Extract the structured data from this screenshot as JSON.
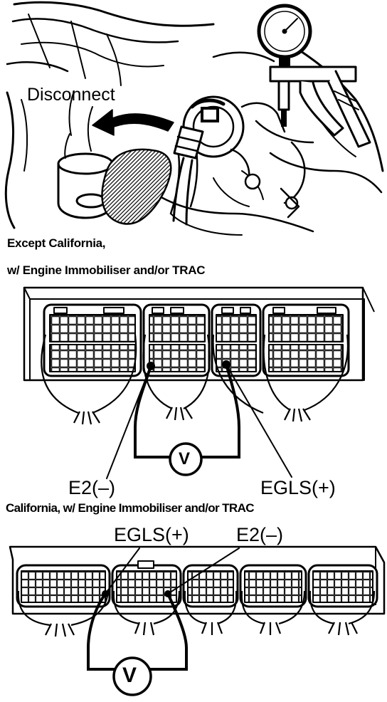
{
  "labels": {
    "disconnect": "Disconnect",
    "caption_except_line1": "Except California,",
    "caption_except_line2": "w/ Engine Immobiliser and/or TRAC",
    "caption_california": "California, w/ Engine Immobiliser and/or TRAC",
    "e2_upper": "E2(–)",
    "egls_upper": "EGLS(+)",
    "egls_lower": "EGLS(+)",
    "e2_lower": "E2(–)",
    "voltmeter_upper": "V",
    "voltmeter_lower": "V"
  }
}
